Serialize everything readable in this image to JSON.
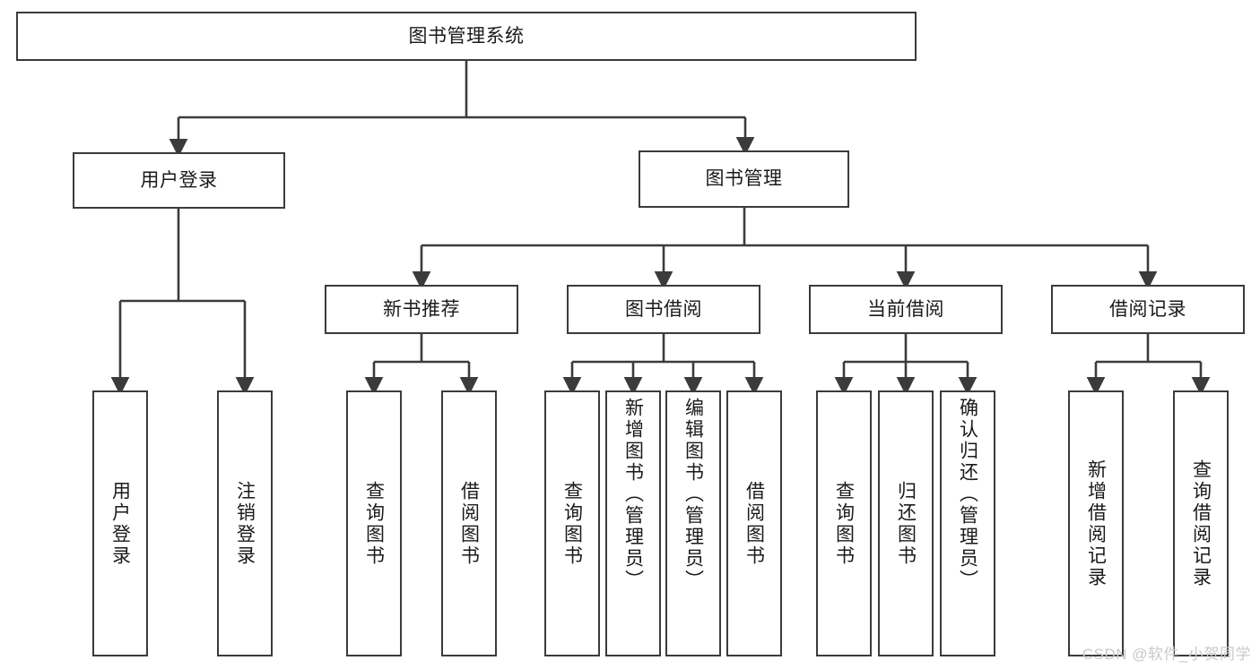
{
  "diagram": {
    "type": "hierarchy-tree",
    "title": "图书管理系统",
    "watermark": "CSDN @软件_小贺同学",
    "colors": {
      "box_border": "#3b3b3b",
      "box_fill": "#ffffff",
      "line": "#3b3b3b",
      "text": "#1a1a1a",
      "watermark": "#c9c9c9"
    },
    "root": {
      "label": "图书管理系统"
    },
    "level2": [
      {
        "id": "user-login",
        "label": "用户登录"
      },
      {
        "id": "book-manage",
        "label": "图书管理"
      }
    ],
    "level3": [
      {
        "id": "new-book-recommend",
        "label": "新书推荐"
      },
      {
        "id": "book-borrow",
        "label": "图书借阅"
      },
      {
        "id": "current-borrow",
        "label": "当前借阅"
      },
      {
        "id": "borrow-record",
        "label": "借阅记录"
      }
    ],
    "leaves": {
      "user_login": [
        {
          "id": "leaf-user-login",
          "label": "用户登录"
        },
        {
          "id": "leaf-logout-login",
          "label": "注销登录"
        }
      ],
      "new_book_recommend": [
        {
          "id": "leaf-query-book-1",
          "label": "查询图书"
        },
        {
          "id": "leaf-borrow-book-1",
          "label": "借阅图书"
        }
      ],
      "book_borrow": [
        {
          "id": "leaf-query-book-2",
          "label": "查询图书"
        },
        {
          "id": "leaf-add-book",
          "label": "新增图书（管理员）"
        },
        {
          "id": "leaf-edit-book",
          "label": "编辑图书（管理员）"
        },
        {
          "id": "leaf-borrow-book-2",
          "label": "借阅图书"
        }
      ],
      "current_borrow": [
        {
          "id": "leaf-query-book-3",
          "label": "查询图书"
        },
        {
          "id": "leaf-return-book",
          "label": "归还图书"
        },
        {
          "id": "leaf-confirm-return",
          "label": "确认归还（管理员）"
        }
      ],
      "borrow_record": [
        {
          "id": "leaf-add-record",
          "label": "新增借阅记录"
        },
        {
          "id": "leaf-query-record",
          "label": "查询借阅记录"
        }
      ]
    }
  }
}
